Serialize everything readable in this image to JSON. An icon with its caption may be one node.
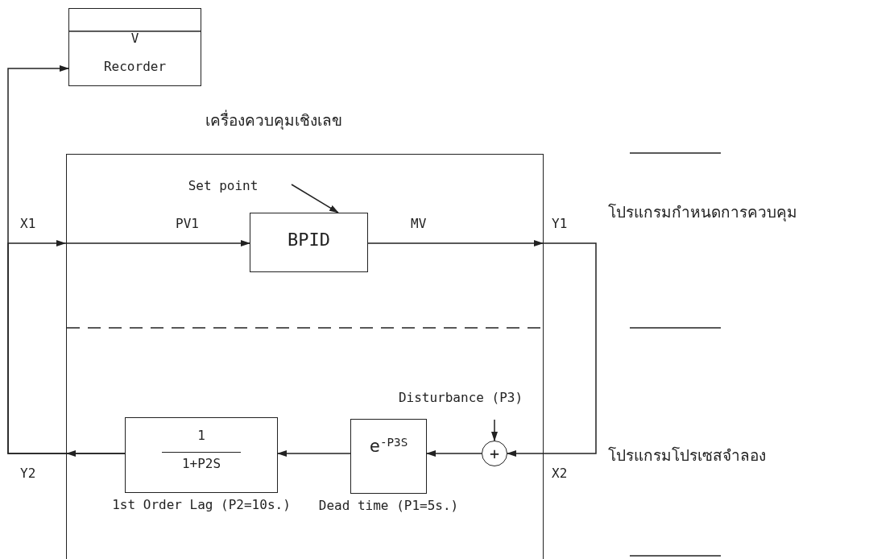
{
  "diagram": {
    "nodes": [
      {
        "text": [
          "V",
          "Recorder"
        ]
      },
      {
        "text": [
          "เครื่องควบคุมเชิงเลข"
        ]
      },
      {
        "text": [
          "BPID"
        ],
        "in": 1
      },
      {
        "text": [
          "Set point"
        ],
        "in": 1
      },
      {
        "text": [
          "Disturbance (P3)"
        ],
        "in": 1
      },
      {
        "text": [
          "+"
        ],
        "in": 1
      },
      {
        "text": [
          "e$^{-P3S}$"
        ],
        "in": 1,
        "beside": [
          "Dead time (P1=5s.)"
        ]
      },
      {
        "text": [
          "1",
          "1+P2S"
        ],
        "in": 1,
        "beside": [
          "1st Order Lag (P2=10s.)"
        ]
      }
    ],
    "edges": [
      {
        "from": 7,
        "to": 2,
        "arrow": "to"
      },
      {
        "from": 7,
        "to": 0,
        "arrow": "to"
      },
      {
        "from": 3,
        "to": 2,
        "arrow": "to"
      },
      {
        "from": 2,
        "to": 5,
        "arrow": "to"
      },
      {
        "from": 4,
        "to": 5,
        "arrow": "to"
      },
      {
        "from": 5,
        "to": 6,
        "arrow": "to"
      },
      {
        "from": 6,
        "to": 7,
        "arrow": "to"
      }
    ],
    "labels": [
      "X1",
      "PV1",
      "MV",
      "Y1",
      "โปรแกรมกำหนดการควบคุม",
      "Y2",
      "X2",
      "โปรแกรมโปรเซสจำลอง"
    ]
  }
}
